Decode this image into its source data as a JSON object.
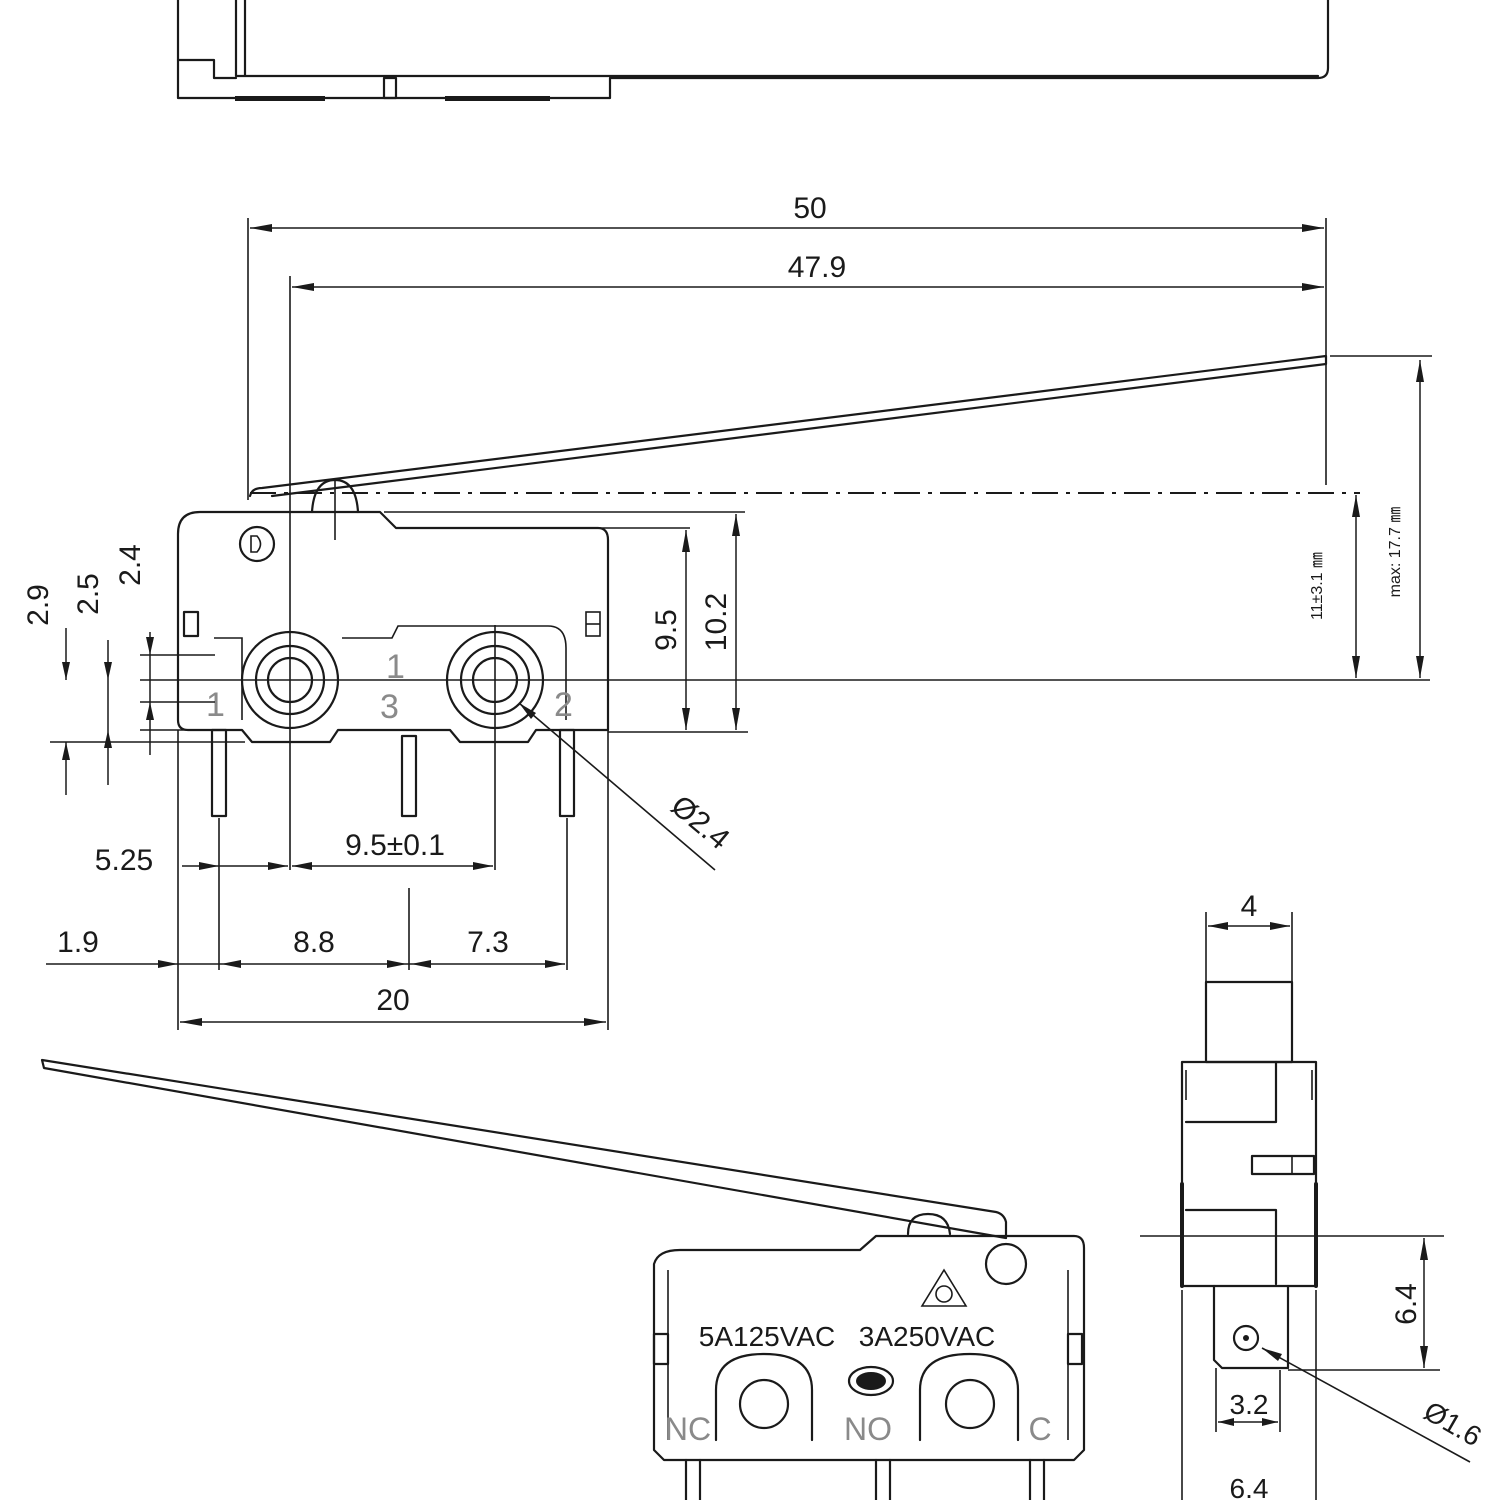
{
  "dimensions": {
    "d50": "50",
    "d47_9": "47.9",
    "d9_5": "9.5",
    "d10_2": "10.2",
    "d11": "11±3.1 ㎜",
    "dmax": "max: 17.7 ㎜",
    "d2_9": "2.9",
    "d2_5": "2.5",
    "d2_4": "2.4",
    "d5_25": "5.25",
    "d9_5_tol": "9.5±0.1",
    "dia2_4": "Ø2.4",
    "d1_9": "1.9",
    "d8_8": "8.8",
    "d7_3": "7.3",
    "d20": "20",
    "d4": "4",
    "d6_4_vert": "6.4",
    "d3_2": "3.2",
    "dia1_6": "Ø1.6",
    "d6_4_horiz": "6.4"
  },
  "terminal_labels": {
    "t1_left": "1",
    "t1_mid": "1",
    "t3": "3",
    "t2": "2"
  },
  "markings": {
    "rating_5a": "5A125VAC",
    "rating_3a": "3A250VAC",
    "nc": "NC",
    "no": "NO",
    "c": "C"
  }
}
